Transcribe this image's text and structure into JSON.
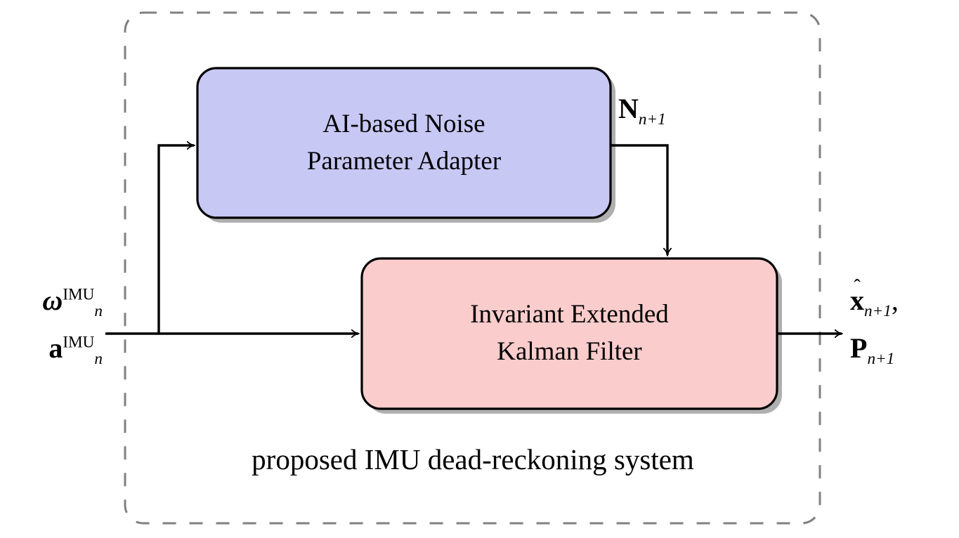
{
  "diagram": {
    "title": "proposed IMU dead-reckoning system",
    "caption": "proposed IMU dead-reckoning system",
    "container": {
      "name": "proposed IMU dead-reckoning system",
      "border_style": "dashed",
      "border_color": "#808080"
    },
    "blocks": [
      {
        "id": "ai-noise-parameter-adapter",
        "line1": "AI-based Noise",
        "line2": "Parameter Adapter",
        "fill": "#C8C8F5",
        "stroke": "#000000",
        "shadow": "#9E9E9E"
      },
      {
        "id": "invariant-extended-kalman-filter",
        "line1": "Invariant Extended",
        "line2": "Kalman Filter",
        "fill": "#FACCCC",
        "stroke": "#000000",
        "shadow": "#9E9E9E"
      }
    ],
    "signals": {
      "input_omega": {
        "symbol": "ω",
        "superscript": "IMU",
        "subscript": "n"
      },
      "input_accel": {
        "symbol": "a",
        "superscript": "IMU",
        "subscript": "n"
      },
      "noise_param": {
        "symbol": "N",
        "subscript": "n+1"
      },
      "output_state": {
        "symbol": "x",
        "accent": "ˆ",
        "subscript": "n+1",
        "trailing": ","
      },
      "output_cov": {
        "symbol": "P",
        "subscript": "n+1"
      }
    },
    "edges": [
      {
        "id": "imu-to-filter",
        "from": "imu-input",
        "to": "invariant-extended-kalman-filter",
        "arrow": true
      },
      {
        "id": "imu-to-adapter",
        "from": "imu-input",
        "to": "ai-noise-parameter-adapter",
        "arrow": true
      },
      {
        "id": "adapter-to-filter",
        "from": "ai-noise-parameter-adapter",
        "to": "invariant-extended-kalman-filter",
        "arrow": true,
        "label": "N_{n+1}"
      },
      {
        "id": "filter-to-output",
        "from": "invariant-extended-kalman-filter",
        "to": "output",
        "arrow": true
      }
    ]
  }
}
